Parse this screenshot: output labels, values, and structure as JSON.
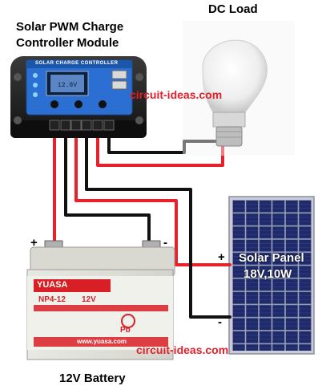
{
  "labels": {
    "controller_line1": "Solar PWM Charge",
    "controller_line2": "Controller Module",
    "dc_load": "DC Load",
    "battery": "12V Battery",
    "solar_panel_line1": "Solar Panel",
    "solar_panel_line2": "18V,10W",
    "controller_faceplate": "SOLAR CHARGE CONTROLLER",
    "battery_brand": "YUASA",
    "battery_model": "NP4-12",
    "battery_voltage": "12V",
    "battery_website": "www.yuasa.com",
    "battery_pb": "Pb"
  },
  "watermarks": {
    "top": "circuit-ideas.com",
    "bottom": "circuit-ideas.com"
  },
  "polarity": {
    "battery_plus": "+",
    "battery_minus": "-",
    "panel_plus": "+",
    "panel_minus": "-"
  },
  "colors": {
    "positive_wire": "#e8202a",
    "negative_wire": "#111111",
    "controller_body": "#1a1a1a",
    "faceplate": "#2a6fd1",
    "panel_cell": "#1f2a6b"
  },
  "icons": [
    "lcd-screen-icon",
    "usb-port-icon",
    "led-bulb-icon",
    "recycle-icon"
  ]
}
